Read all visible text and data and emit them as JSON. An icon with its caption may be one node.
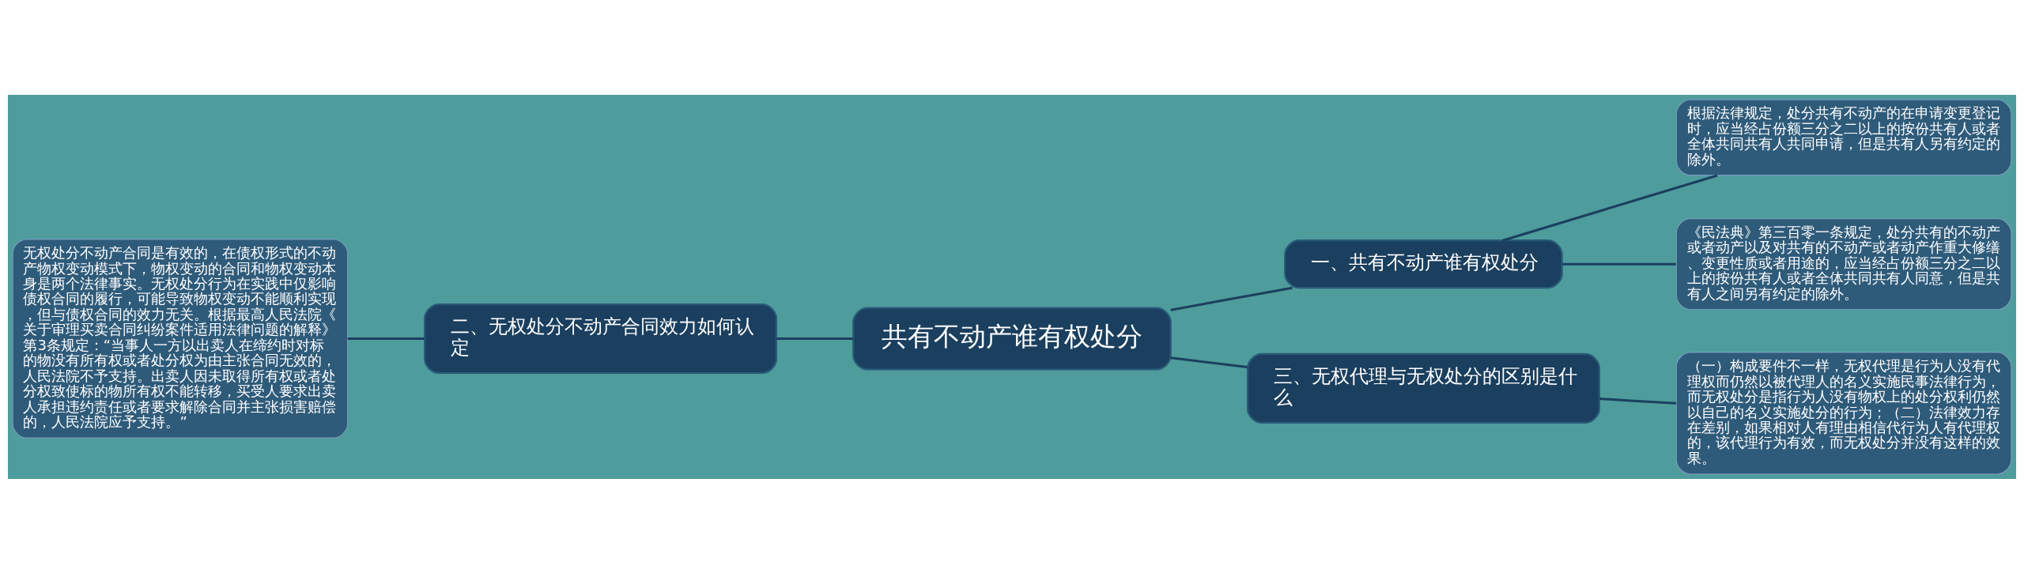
{
  "diagram": {
    "nodes": [
      {
        "text": [
          "共有不动产谁有权处分"
        ]
      },
      {
        "text": [
          "一、共有不动产谁有权处分"
        ]
      },
      {
        "text": [
          "根据法律规定，处分共有不动产的在申请变更登记时，应当经占份额三分之二以上的按份共有人或者全体共同共有人共同申请，但是共有人另有约定的除外。"
        ]
      },
      {
        "text": [
          "《民法典》第三百零一条规定，处分共有的不动产或者动产以及对共有的不动产或者动产作重大修缮、变更性质或者用途的，应当经占份额三分之二以上的按份共有人或者全体共同共有人同意，但是共有人之间另有约定的除外。"
        ]
      },
      {
        "text": [
          "二、无权处分不动产合同效力如何认定"
        ]
      },
      {
        "text": [
          "无权处分不动产合同是有效的，在债权形式的不动产物权变动模式下，物权变动的合同和物权变动本身是两个法律事实。无权处分行为在实践中仅影响债权合同的履行，可能导致物权变动不能顺利实现，但与债权合同的效力无关。根据最高人民法院《关于审理买卖合同纠纷案件适用法律问题的解释》第3条规定：“当事人一方以出卖人在缔约时对标的物没有所有权或者处分权为由主张合同无效的，人民法院不予支持。出卖人因未取得所有权或者处分权致使标的物所有权不能转移，买受人要求出卖人承担违约责任或者要求解除合同并主张损害赔偿的，人民法院应予支持。”"
        ]
      },
      {
        "text": [
          "三、无权代理与无权处分的区别是什么"
        ]
      },
      {
        "text": [
          "（一）构成要件不一样，无权代理是行为人没有代理权而仍然以被代理人的名义实施民事法律行为，而无权处分是指行为人没有物权上的处分权利仍然以自己的名义实施处分的行为；（二）法律效力存在差别，如果相对人有理由相信代行为人有代理权的，该代理行为有效，而无权处分并没有这样的效果。"
        ]
      }
    ],
    "edges": [
      {
        "from": 5,
        "to": 4,
        "arrow": "none"
      },
      {
        "from": 4,
        "to": 0,
        "arrow": "none"
      },
      {
        "from": 0,
        "to": 1,
        "arrow": "none"
      },
      {
        "from": 1,
        "to": 2,
        "arrow": "none"
      },
      {
        "from": 1,
        "to": 3,
        "arrow": "none"
      },
      {
        "from": 0,
        "to": 6,
        "arrow": "none"
      },
      {
        "from": 6,
        "to": 7,
        "arrow": "none"
      }
    ]
  }
}
